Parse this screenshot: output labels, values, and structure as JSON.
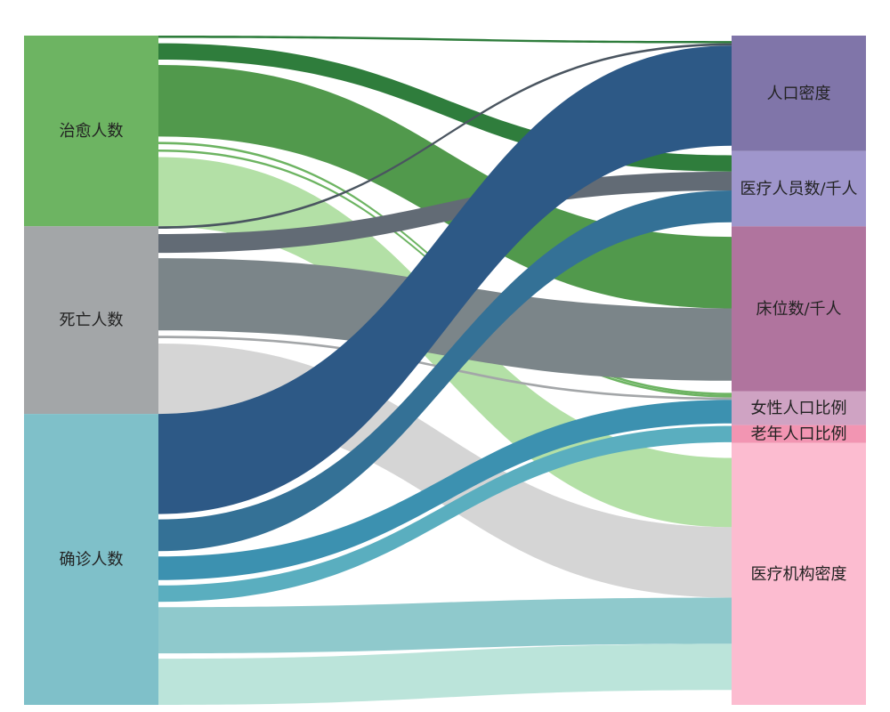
{
  "chart_data": {
    "type": "sankey",
    "nodes": [
      {
        "id": "cure",
        "label": "治愈人数",
        "side": "left",
        "color": "#6db462"
      },
      {
        "id": "death",
        "label": "死亡人数",
        "side": "left",
        "color": "#a3a6a8"
      },
      {
        "id": "confirm",
        "label": "确诊人数",
        "side": "left",
        "color": "#7fc0c9"
      },
      {
        "id": "pop_density",
        "label": "人口密度",
        "side": "right",
        "color": "#8075a9"
      },
      {
        "id": "medstaff",
        "label": "医疗人员数/千人",
        "side": "right",
        "color": "#9f96cc"
      },
      {
        "id": "beds",
        "label": "床位数/千人",
        "side": "right",
        "color": "#b0749e"
      },
      {
        "id": "female",
        "label": "女性人口比例",
        "side": "right",
        "color": "#cfa3c3"
      },
      {
        "id": "elderly",
        "label": "老年人口比例",
        "side": "right",
        "color": "#f295b2"
      },
      {
        "id": "med_inst",
        "label": "医疗机构密度",
        "side": "right",
        "color": "#fcbcd0"
      }
    ],
    "links": [
      {
        "source": "cure",
        "target": "pop_density",
        "value": 0.5,
        "color": "#2f7d3c"
      },
      {
        "source": "cure",
        "target": "medstaff",
        "value": 3.6,
        "color": "#2f7d3c"
      },
      {
        "source": "cure",
        "target": "beds",
        "value": 15.7,
        "color": "#51994c"
      },
      {
        "source": "cure",
        "target": "female",
        "value": 0.5,
        "color": "#6db462"
      },
      {
        "source": "cure",
        "target": "female",
        "value": 0.5,
        "color": "#6db462"
      },
      {
        "source": "cure",
        "target": "med_inst",
        "value": 15.2,
        "color": "#b3e0a6"
      },
      {
        "source": "death",
        "target": "pop_density",
        "value": 0.5,
        "color": "#4a5560"
      },
      {
        "source": "death",
        "target": "medstaff",
        "value": 4.0,
        "color": "#626b75"
      },
      {
        "source": "death",
        "target": "beds",
        "value": 15.4,
        "color": "#7b8589"
      },
      {
        "source": "death",
        "target": "female",
        "value": 0.5,
        "color": "#a3a6a8"
      },
      {
        "source": "death",
        "target": "med_inst",
        "value": 15.0,
        "color": "#d5d5d5"
      },
      {
        "source": "confirm",
        "target": "pop_density",
        "value": 20.8,
        "color": "#2d5986"
      },
      {
        "source": "confirm",
        "target": "medstaff",
        "value": 6.6,
        "color": "#347196"
      },
      {
        "source": "confirm",
        "target": "female",
        "value": 4.9,
        "color": "#3c91b0"
      },
      {
        "source": "confirm",
        "target": "elderly",
        "value": 3.4,
        "color": "#5aaebf"
      },
      {
        "source": "confirm",
        "target": "med_inst",
        "value": 9.6,
        "color": "#8fc9cc"
      },
      {
        "source": "confirm",
        "target": "med_inst",
        "value": 9.6,
        "color": "#bbe4da"
      }
    ]
  }
}
